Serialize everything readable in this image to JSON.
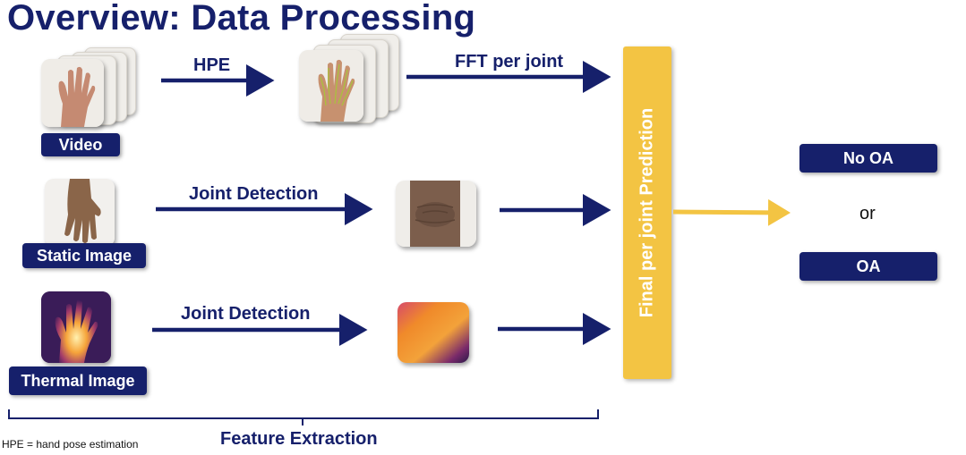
{
  "title": "Overview: Data Processing",
  "inputs": {
    "video_label": "Video",
    "static_label": "Static Image",
    "thermal_label": "Thermal Image"
  },
  "edges": {
    "hpe": "HPE",
    "fft": "FFT per joint",
    "joint_detection_static": "Joint Detection",
    "joint_detection_thermal": "Joint Detection"
  },
  "prediction_label": "Final per joint Prediction",
  "outputs": {
    "no_oa": "No OA",
    "or": "or",
    "oa": "OA"
  },
  "brace_label": "Feature Extraction",
  "footnote": "HPE = hand pose estimation",
  "colors": {
    "navy": "#16206b",
    "prediction_yellow": "#f3c443",
    "arrow_yellow": "#f3c443"
  }
}
